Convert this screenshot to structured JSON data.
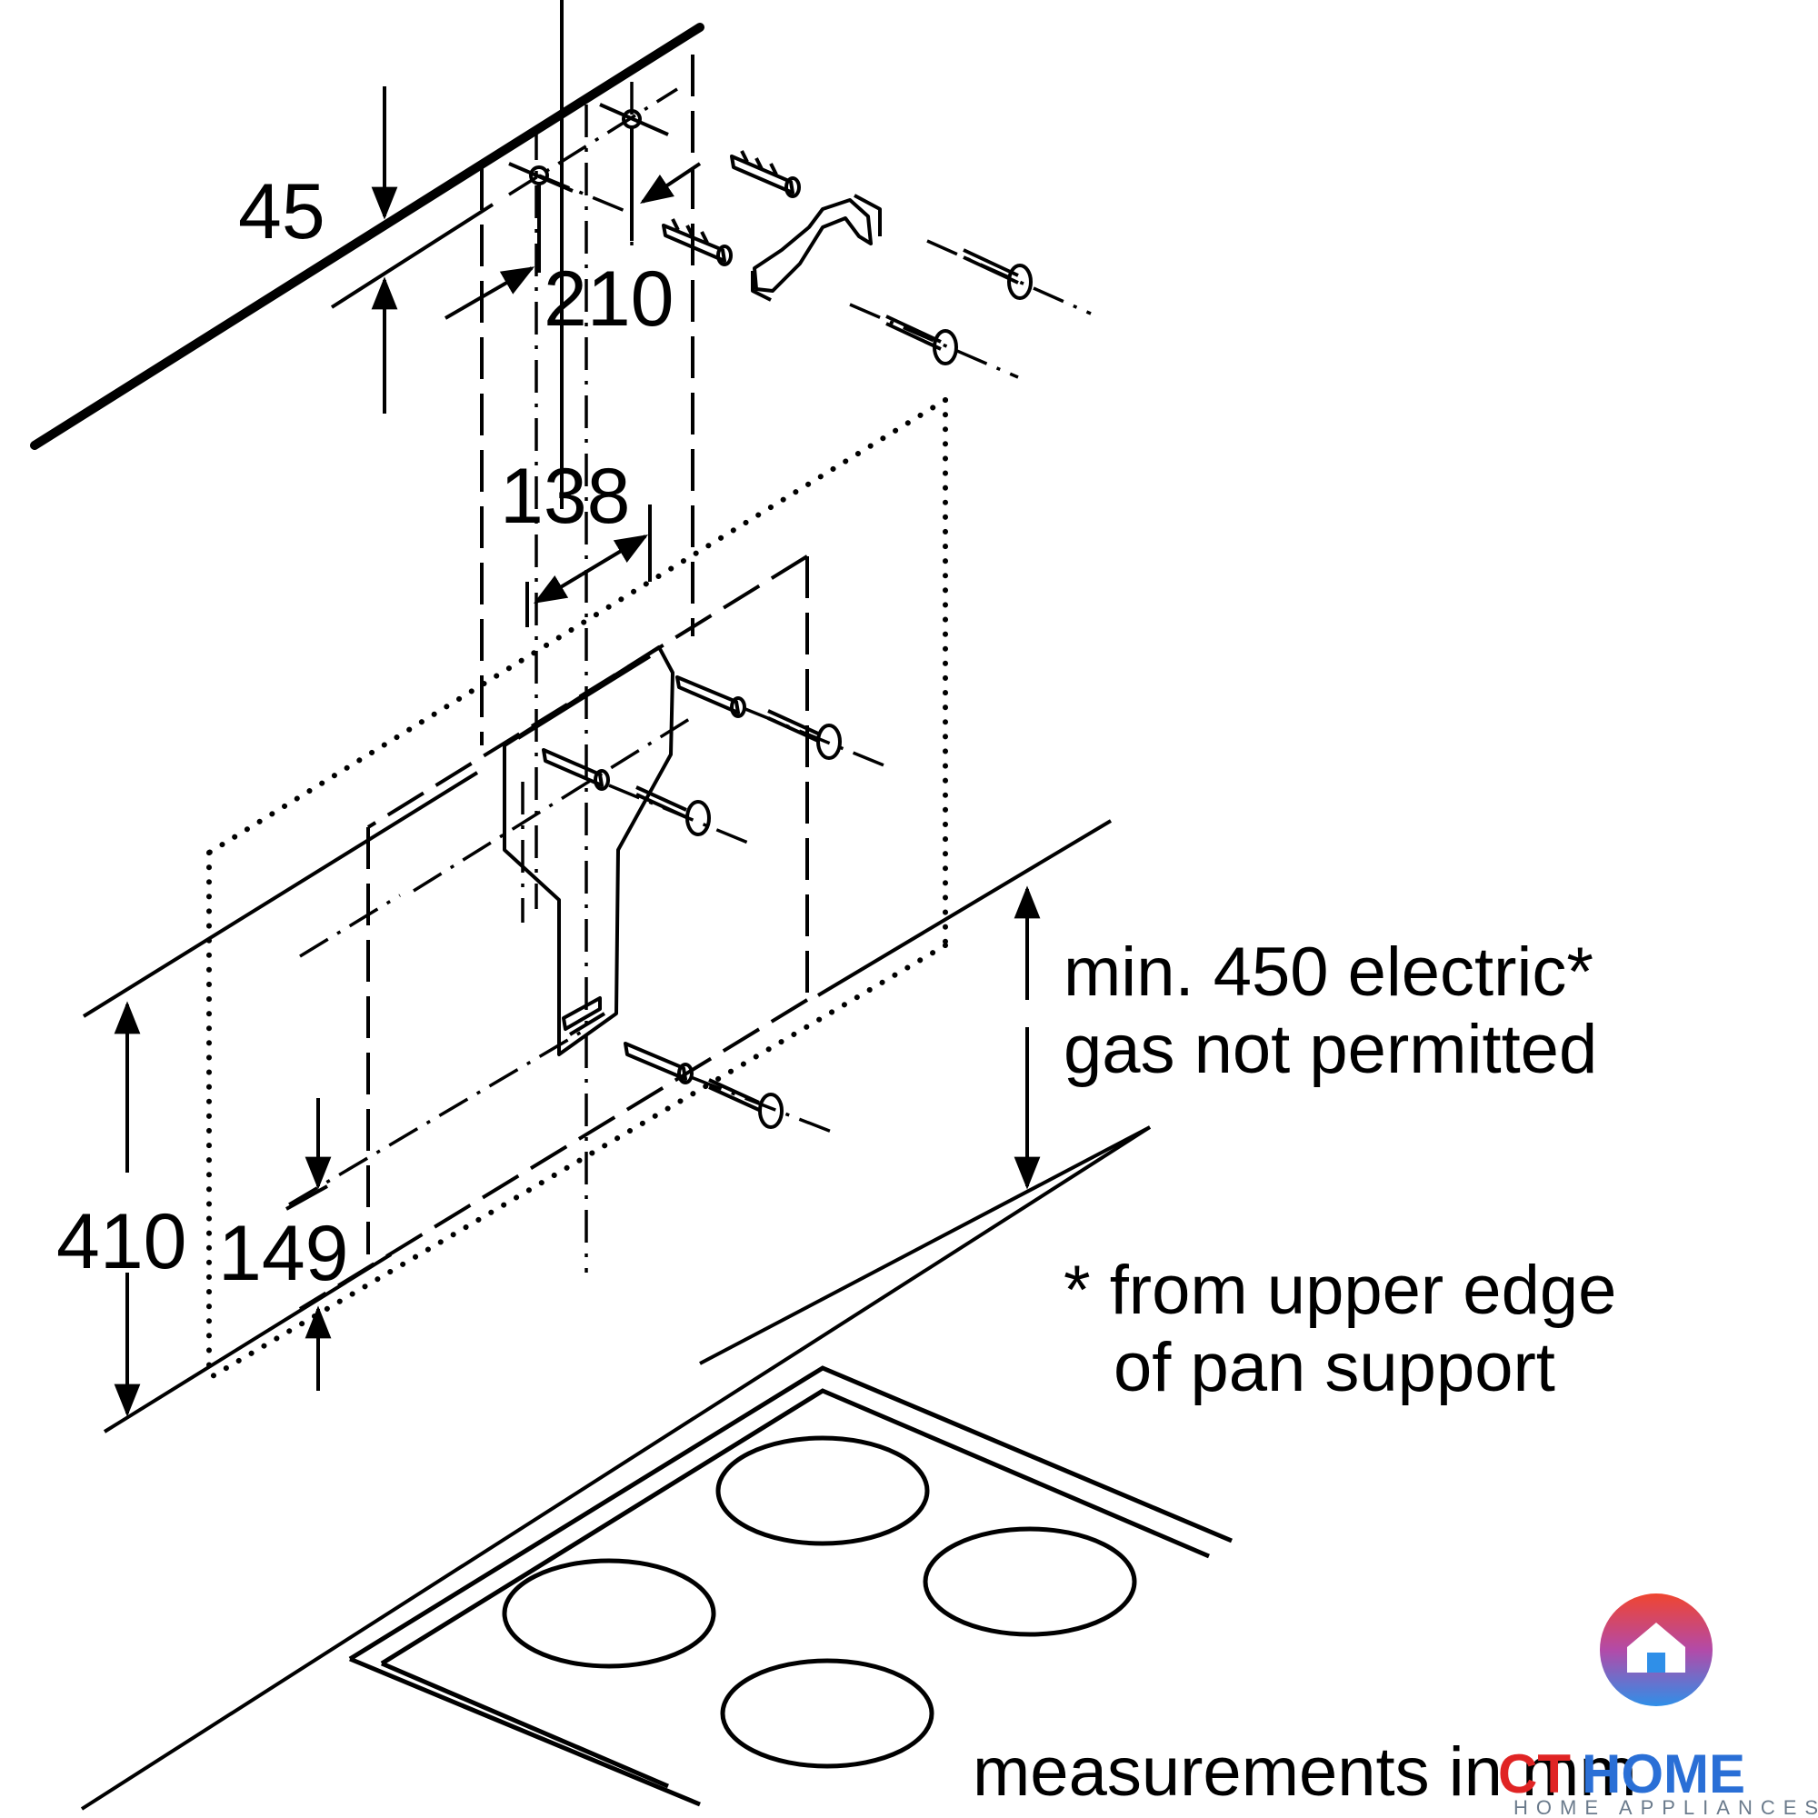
{
  "dimensions": {
    "d45": "45",
    "d210": "210",
    "d138": "138",
    "d410": "410",
    "d149": "149"
  },
  "notes": {
    "line1": "min. 450 electric*",
    "line2": "gas not permitted",
    "line3": "* from upper edge",
    "line4": "of pan support",
    "units": "measurements in mm"
  },
  "logo": {
    "text_ct": "CT",
    "text_home": "HOME",
    "tagline": "HOME APPLIANCES",
    "colors": {
      "ct": "#e02424",
      "home": "#2a6fd6",
      "house_top": "#f0452f",
      "house_bottom": "#2f8fe8"
    }
  }
}
